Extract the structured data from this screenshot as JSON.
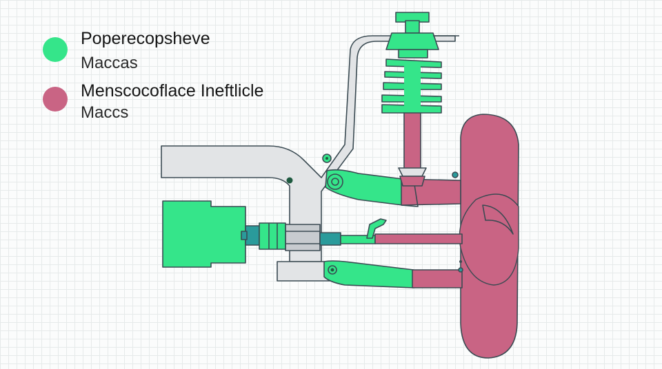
{
  "legend": {
    "items": [
      {
        "title": "Poperecopsheve",
        "subtitle": "Maccas",
        "color": "#35e58a"
      },
      {
        "title": "Menscocoflace Ineftlicle",
        "subtitle": "Maccs",
        "color": "#c96484"
      }
    ]
  },
  "colors": {
    "green": "#35e58a",
    "pink": "#c96484",
    "gray": "#e2e4e6",
    "outline": "#3a4a52",
    "teal": "#2a9b9b",
    "dark": "#1e5a40"
  }
}
